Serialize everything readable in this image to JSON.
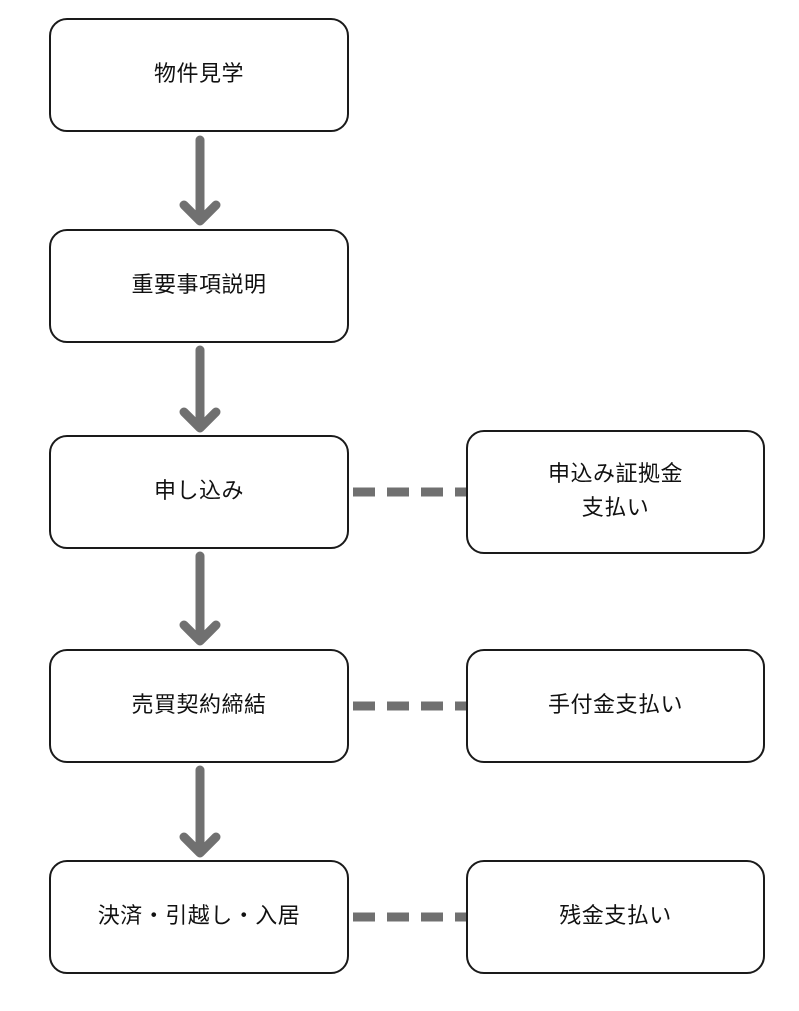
{
  "diagram": {
    "steps": [
      {
        "label": "物件見学"
      },
      {
        "label": "重要事項説明"
      },
      {
        "label": "申し込み"
      },
      {
        "label": "売買契約締結"
      },
      {
        "label": "決済・引越し・入居"
      }
    ],
    "payments": [
      {
        "label": "申込み証拠金\n支払い"
      },
      {
        "label": "手付金支払い"
      },
      {
        "label": "残金支払い"
      }
    ],
    "colors": {
      "arrow": "#707070",
      "border": "#1a1a1a",
      "text": "#111111"
    }
  }
}
